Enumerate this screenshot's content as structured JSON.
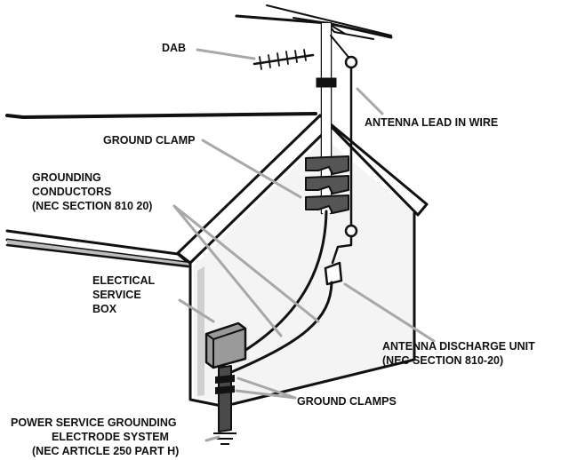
{
  "labels": {
    "dab": "DAB",
    "ground_clamp": "GROUND CLAMP",
    "antenna_lead_in_wire": "ANTENNA LEAD IN WIRE",
    "grounding_conductors": [
      "GROUNDING",
      "CONDUCTORS",
      "(NEC SECTION 810 20)"
    ],
    "electrical_service_box": [
      "ELECTICAL",
      "SERVICE",
      "BOX"
    ],
    "antenna_discharge_unit": [
      "ANTENNA DISCHARGE UNIT",
      "(NEC SECTION  810-20)"
    ],
    "ground_clamps": "GROUND CLAMPS",
    "power_service_grounding": [
      "POWER SERVICE GROUNDING",
      "ELECTRODE SYSTEM",
      "(NEC ARTICLE 250  PART H)"
    ]
  },
  "colors": {
    "ink": "#111111",
    "leader": "#a8a8a8",
    "roof_shading": "#bdbdbd",
    "wall_shading": "#e4e4e4"
  }
}
